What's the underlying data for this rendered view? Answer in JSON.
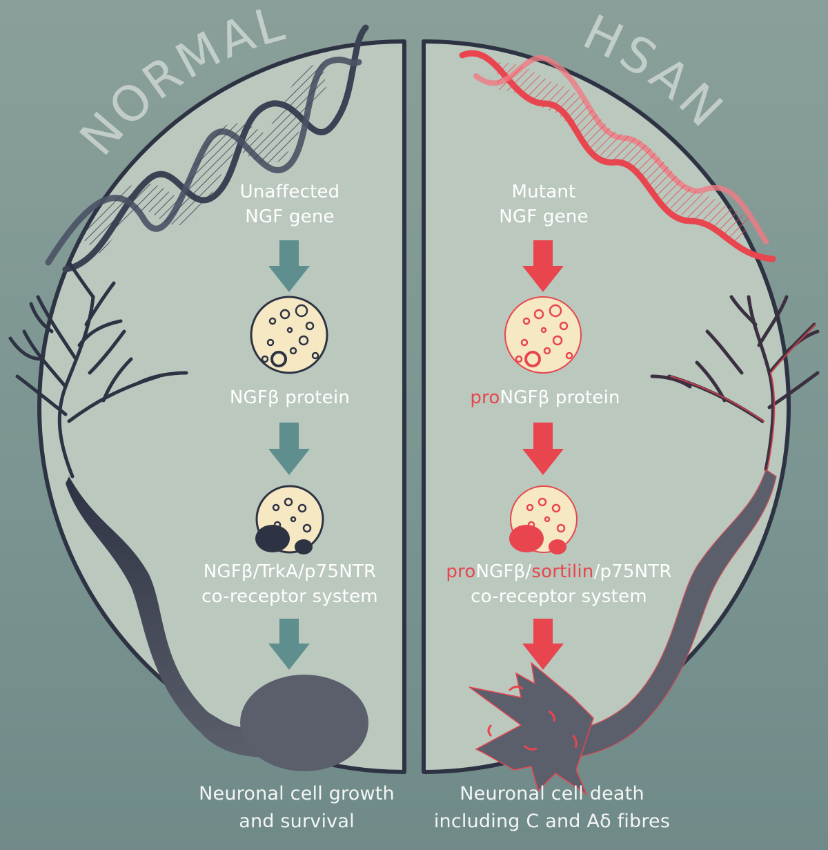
{
  "left": {
    "title": "NORMAL",
    "gene": [
      "Unaffected",
      "NGF gene"
    ],
    "protein": "NGFβ protein",
    "receptor": [
      "NGFβ/TrkA/p75NTR",
      "co-receptor system"
    ],
    "outcome": [
      "Neuronal cell growth",
      "and survival"
    ]
  },
  "right": {
    "title": "HSAN V",
    "gene": [
      "Mutant",
      "NGF gene"
    ],
    "protein_prefix": "pro",
    "protein_rest": "NGFβ protein",
    "receptor_parts": [
      "pro",
      "NGFβ/",
      "sortilin",
      "/p75NTR"
    ],
    "receptor_line2": "co-receptor system",
    "outcome": [
      "Neuronal cell death",
      "including C and Aδ fibres"
    ]
  },
  "colors": {
    "normal_arrow": "#5e8f8e",
    "mutant": "#e8454f",
    "navy": "#2e3344",
    "panel": "#bac8be",
    "protein_fill": "#f6e8c3",
    "cell_body": "#5b5f6b"
  }
}
